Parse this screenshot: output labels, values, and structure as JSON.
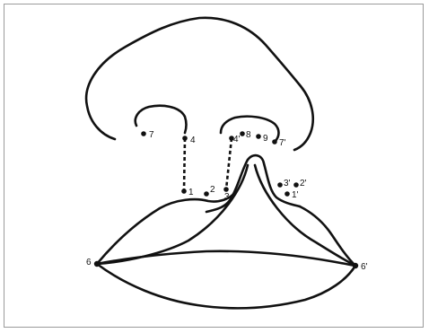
{
  "diagram": {
    "stroke_color": "#111111",
    "points": {
      "p1": "1",
      "p2": "2",
      "p3": "3",
      "p4": "4",
      "p6": "6",
      "p7": "7",
      "p8": "8",
      "p9": "9",
      "p1p": "1'",
      "p2p": "2'",
      "p3p": "3'",
      "p4p": "4'",
      "p6p": "6'",
      "p7p": "7'"
    }
  }
}
